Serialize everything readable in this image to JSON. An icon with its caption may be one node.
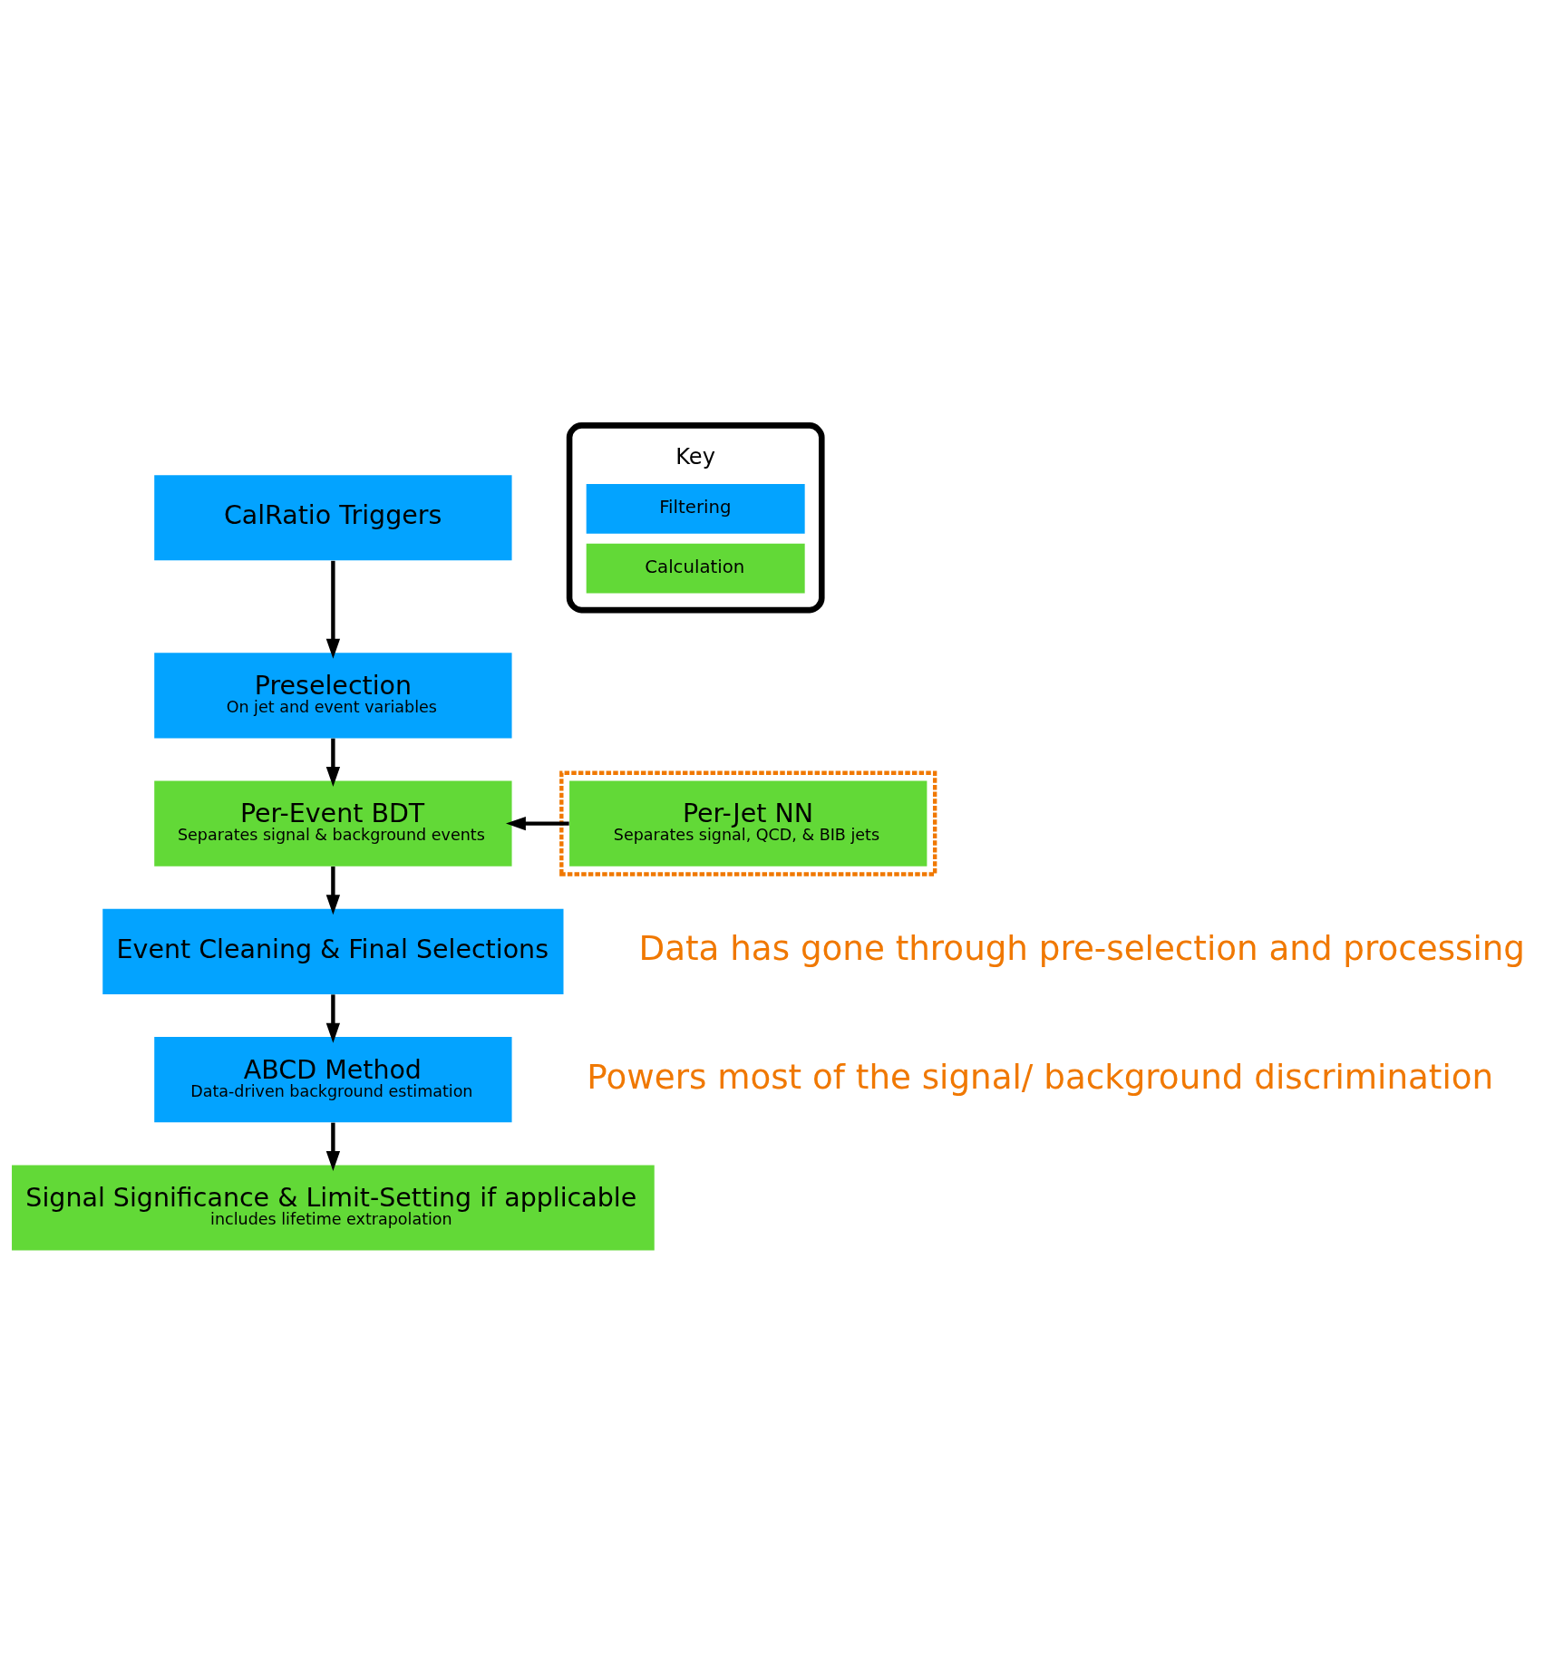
{
  "diagram": {
    "nodes": [
      {
        "text": [
          "CalRatio Triggers"
        ]
      },
      {
        "text": [
          "Preselection",
          "On jet and event variables"
        ]
      },
      {
        "text": [
          "Per-Event BDT",
          "Separates signal & background events"
        ]
      },
      {
        "text": [
          "Event Cleaning & Final Selections"
        ]
      },
      {
        "text": [
          "ABCD Method",
          "Data-driven background estimation"
        ]
      },
      {
        "text": [
          "Signal Significance & Limit-Setting if applicable",
          "includes lifetime extrapolation"
        ]
      },
      {
        "text": [],
        "shape": "box"
      },
      {
        "text": [
          "Per-Jet NN",
          "Separates signal, QCD, & BIB jets"
        ],
        "in": 6
      }
    ],
    "edges": [
      {
        "from": 0,
        "to": 1,
        "arrow": "to"
      },
      {
        "from": 1,
        "to": 2,
        "arrow": "to"
      },
      {
        "from": 2,
        "to": 3,
        "arrow": "to"
      },
      {
        "from": 3,
        "to": 4,
        "arrow": "to"
      },
      {
        "from": 4,
        "to": 5,
        "arrow": "to"
      },
      {
        "from": 7,
        "to": 2,
        "arrow": "to"
      }
    ],
    "labels": [
      "Key",
      "Data has gone through pre-selection and processing",
      "Powers most of the signal/ background discrimination"
    ],
    "legend": [
      {
        "text": "Filtering",
        "color": "#03a3ff"
      },
      {
        "text": "Calculation",
        "color": "#62d937"
      }
    ]
  }
}
